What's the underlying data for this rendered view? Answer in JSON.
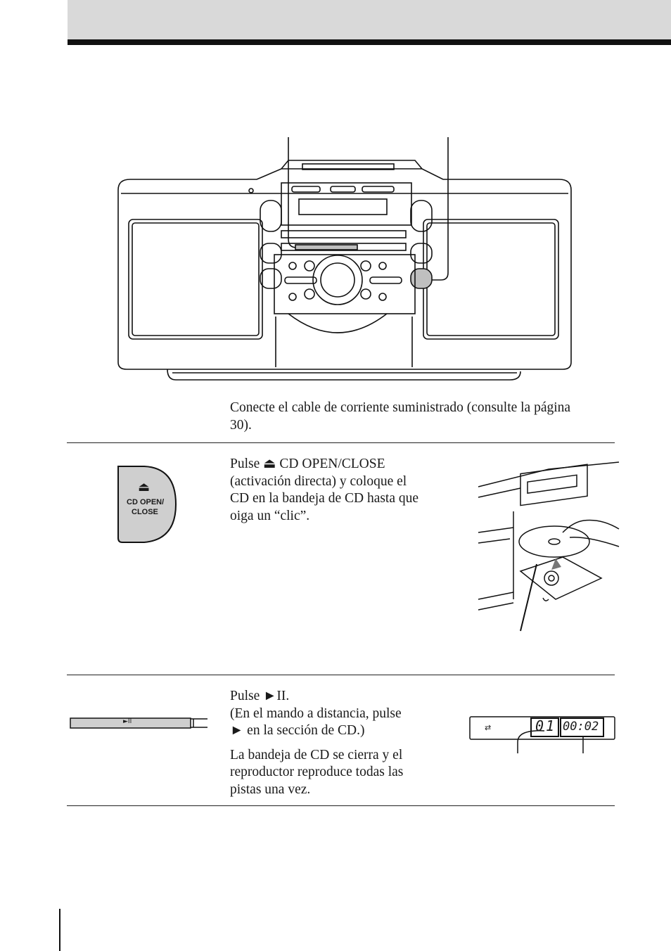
{
  "step1": {
    "text": "Conecte el cable de corriente suministrado (consulte la página 30)."
  },
  "step2": {
    "text_lines": [
      "Pulse ⏏ CD OPEN/CLOSE",
      "(activación directa) y coloque el",
      "CD en la bandeja de CD hasta que",
      "oiga un “clic”."
    ],
    "button_label_line1": "CD OPEN/",
    "button_label_line2": "CLOSE",
    "button_symbol": "⏏"
  },
  "step3": {
    "text_line1": "Pulse ►II.",
    "text_line2": "(En el mando a distancia, pulse",
    "text_line3": "► en la sección de CD.)",
    "text_para2_lines": [
      "La bandeja de CD se cierra y el",
      "reproductor reproduce todas las",
      "pistas una vez."
    ],
    "button_symbol": "►II",
    "display": {
      "repeat_icon": "⇄",
      "track": "01",
      "time": "00:02"
    }
  },
  "icons": [
    "eject-icon",
    "play-pause-icon",
    "play-icon",
    "repeat-icon"
  ],
  "colors": {
    "header_band": "#d9d9d9",
    "rule": "#111111",
    "button_fill": "#cfcfcf"
  }
}
